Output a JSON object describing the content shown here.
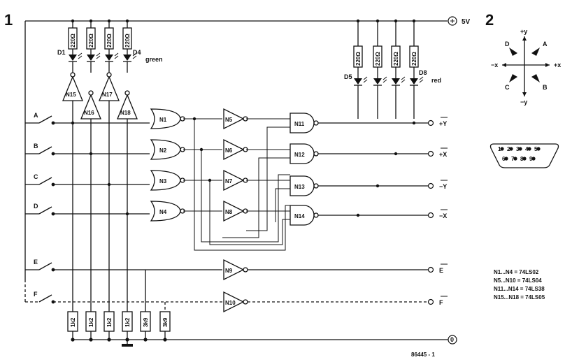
{
  "figure_numbers": {
    "fig1": "1",
    "fig2": "2"
  },
  "power": {
    "supply": "5V",
    "ground": "0"
  },
  "switches": [
    "A",
    "B",
    "C",
    "D",
    "E",
    "F"
  ],
  "leds": {
    "green": [
      "D1",
      "D4"
    ],
    "red": [
      "D5",
      "D8"
    ],
    "green_label": "green",
    "red_label": "red"
  },
  "resistors": {
    "led": "220Ω",
    "pullup": [
      "1k2",
      "1k2",
      "1k2",
      "1k2",
      "3k9",
      "3k9"
    ]
  },
  "gates": {
    "nor": [
      "N1",
      "N2",
      "N3",
      "N4"
    ],
    "inv": [
      "N5",
      "N6",
      "N7",
      "N8",
      "N9",
      "N10"
    ],
    "nand": [
      "N11",
      "N12",
      "N13",
      "N14"
    ],
    "buf": [
      "N15",
      "N16",
      "N17",
      "N18"
    ]
  },
  "outputs": [
    "+Y",
    "+X",
    "−Y",
    "−X",
    "E",
    "F"
  ],
  "axes": {
    "py": "+y",
    "ny": "−y",
    "px": "+x",
    "nx": "−x",
    "a": "A",
    "b": "B",
    "c": "C",
    "d": "D"
  },
  "connector_pins": [
    "1",
    "2",
    "3",
    "4",
    "5",
    "6",
    "7",
    "8",
    "9"
  ],
  "ic_legend": [
    "N1...N4 = 74LS02",
    "N5...N10 = 74LS04",
    "N11...N14 = 74LS38",
    "N15...N18 = 74LS05"
  ],
  "ref": "86445 - 1"
}
